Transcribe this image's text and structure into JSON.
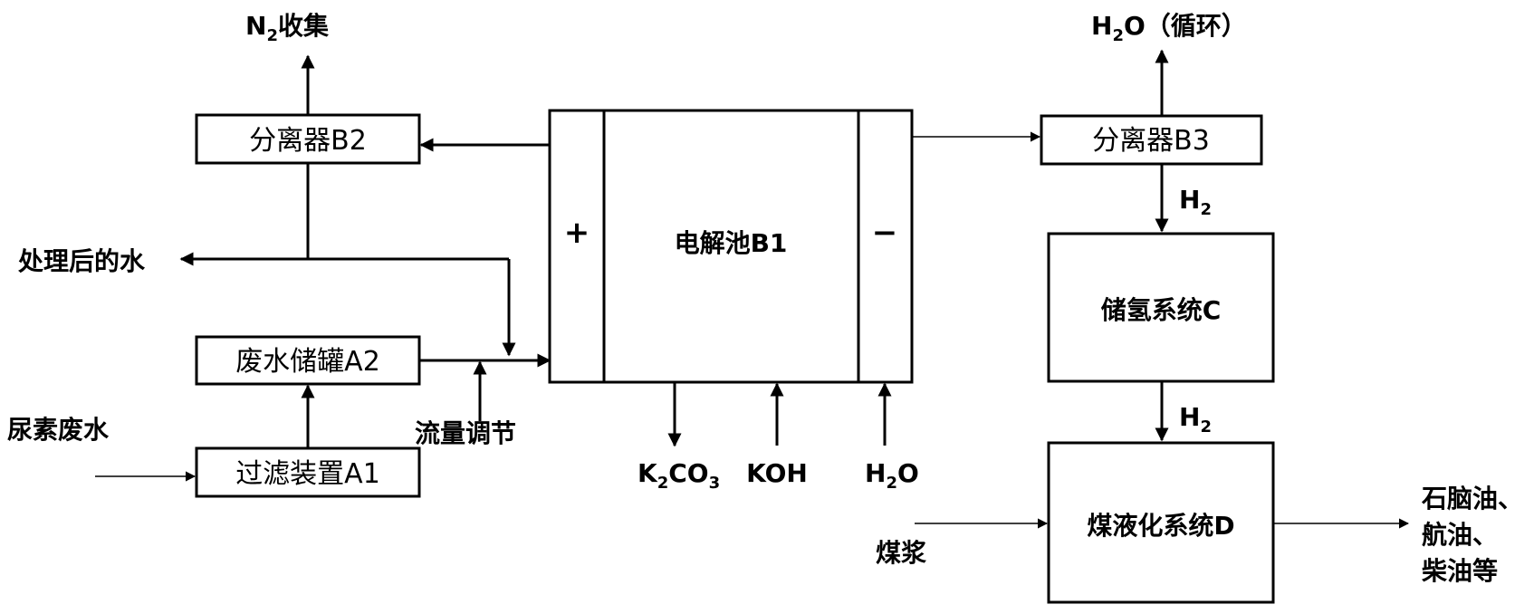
{
  "boxes": {
    "a1": "过滤装置A1",
    "a2": "废水储罐A2",
    "b2": "分离器B2",
    "b3": "分离器B3",
    "b1": "电解池B1",
    "c": "储氢系统C",
    "d": "煤液化系统D"
  },
  "electrodes": {
    "anode": "+",
    "cathode": "−"
  },
  "labels": {
    "n2_main": "N",
    "n2_sub": "2",
    "n2_rest": "收集",
    "h2o_top_main": "H",
    "h2o_top_sub": "2",
    "h2o_top_rest": "O（循环）",
    "treated_water": "处理后的水",
    "urea_wastewater": "尿素废水",
    "flow_regulation": "流量调节",
    "k2co3_k": "K",
    "k2co3_sub1": "2",
    "k2co3_co": "CO",
    "k2co3_sub2": "3",
    "koh": "KOH",
    "h2o_in_main": "H",
    "h2o_in_sub": "2",
    "h2o_in_rest": "O",
    "h2_1_main": "H",
    "h2_1_sub": "2",
    "h2_2_main": "H",
    "h2_2_sub": "2",
    "coal_slurry": "煤浆",
    "products_line1": "石脑油、",
    "products_line2": "航油、",
    "products_line3": "柴油等"
  }
}
